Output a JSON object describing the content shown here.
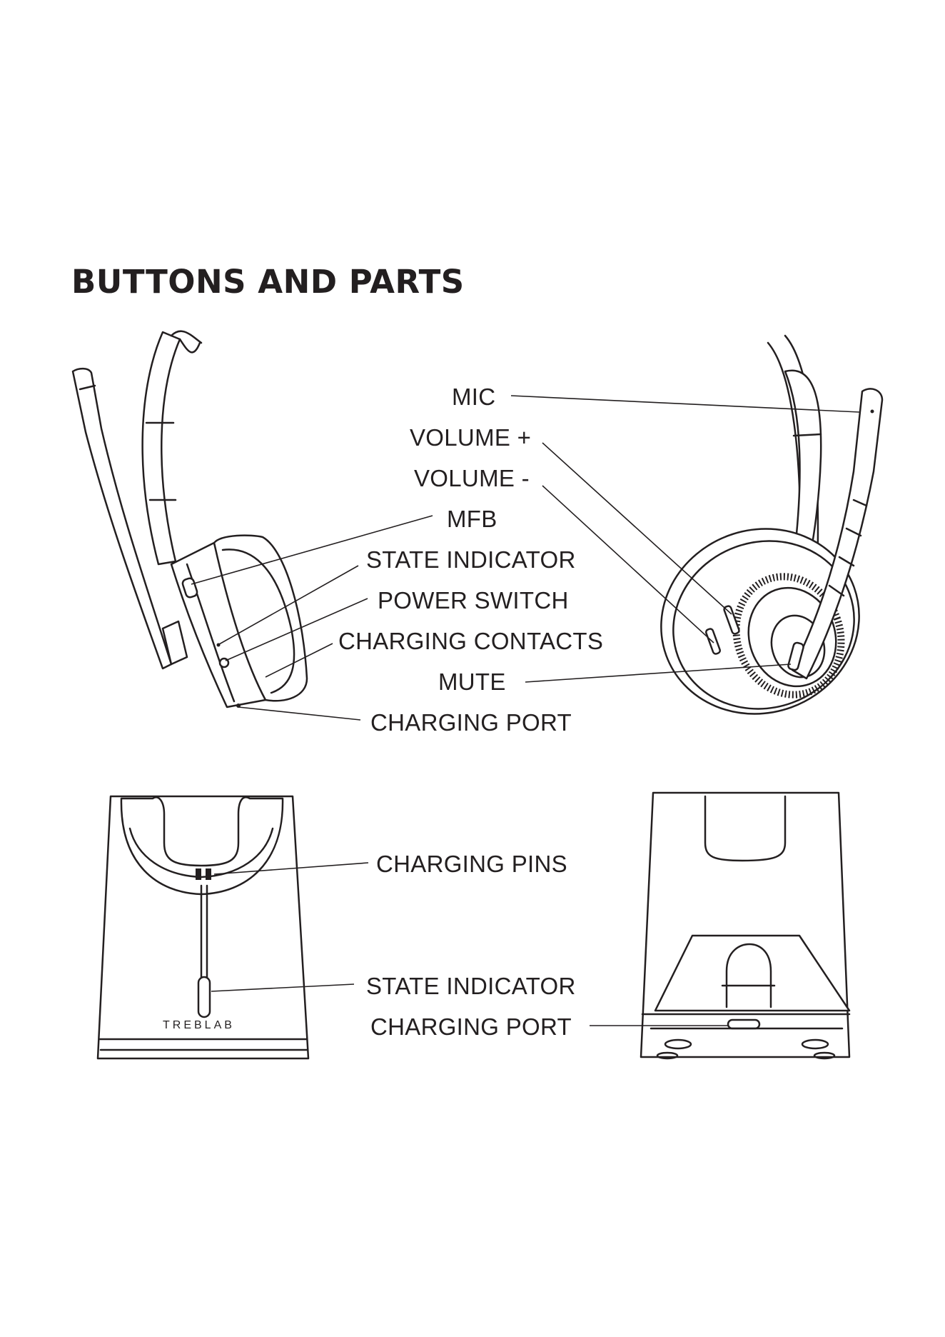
{
  "title": "BUTTONS AND PARTS",
  "headset_labels": [
    "MIC",
    "VOLUME +",
    "VOLUME -",
    "MFB",
    "STATE INDICATOR",
    "POWER SWITCH",
    "CHARGING CONTACTS",
    "MUTE",
    "CHARGING PORT"
  ],
  "stand_labels": [
    "CHARGING PINS",
    "STATE INDICATOR",
    "CHARGING PORT"
  ],
  "brand_logo": "TREBLAB"
}
